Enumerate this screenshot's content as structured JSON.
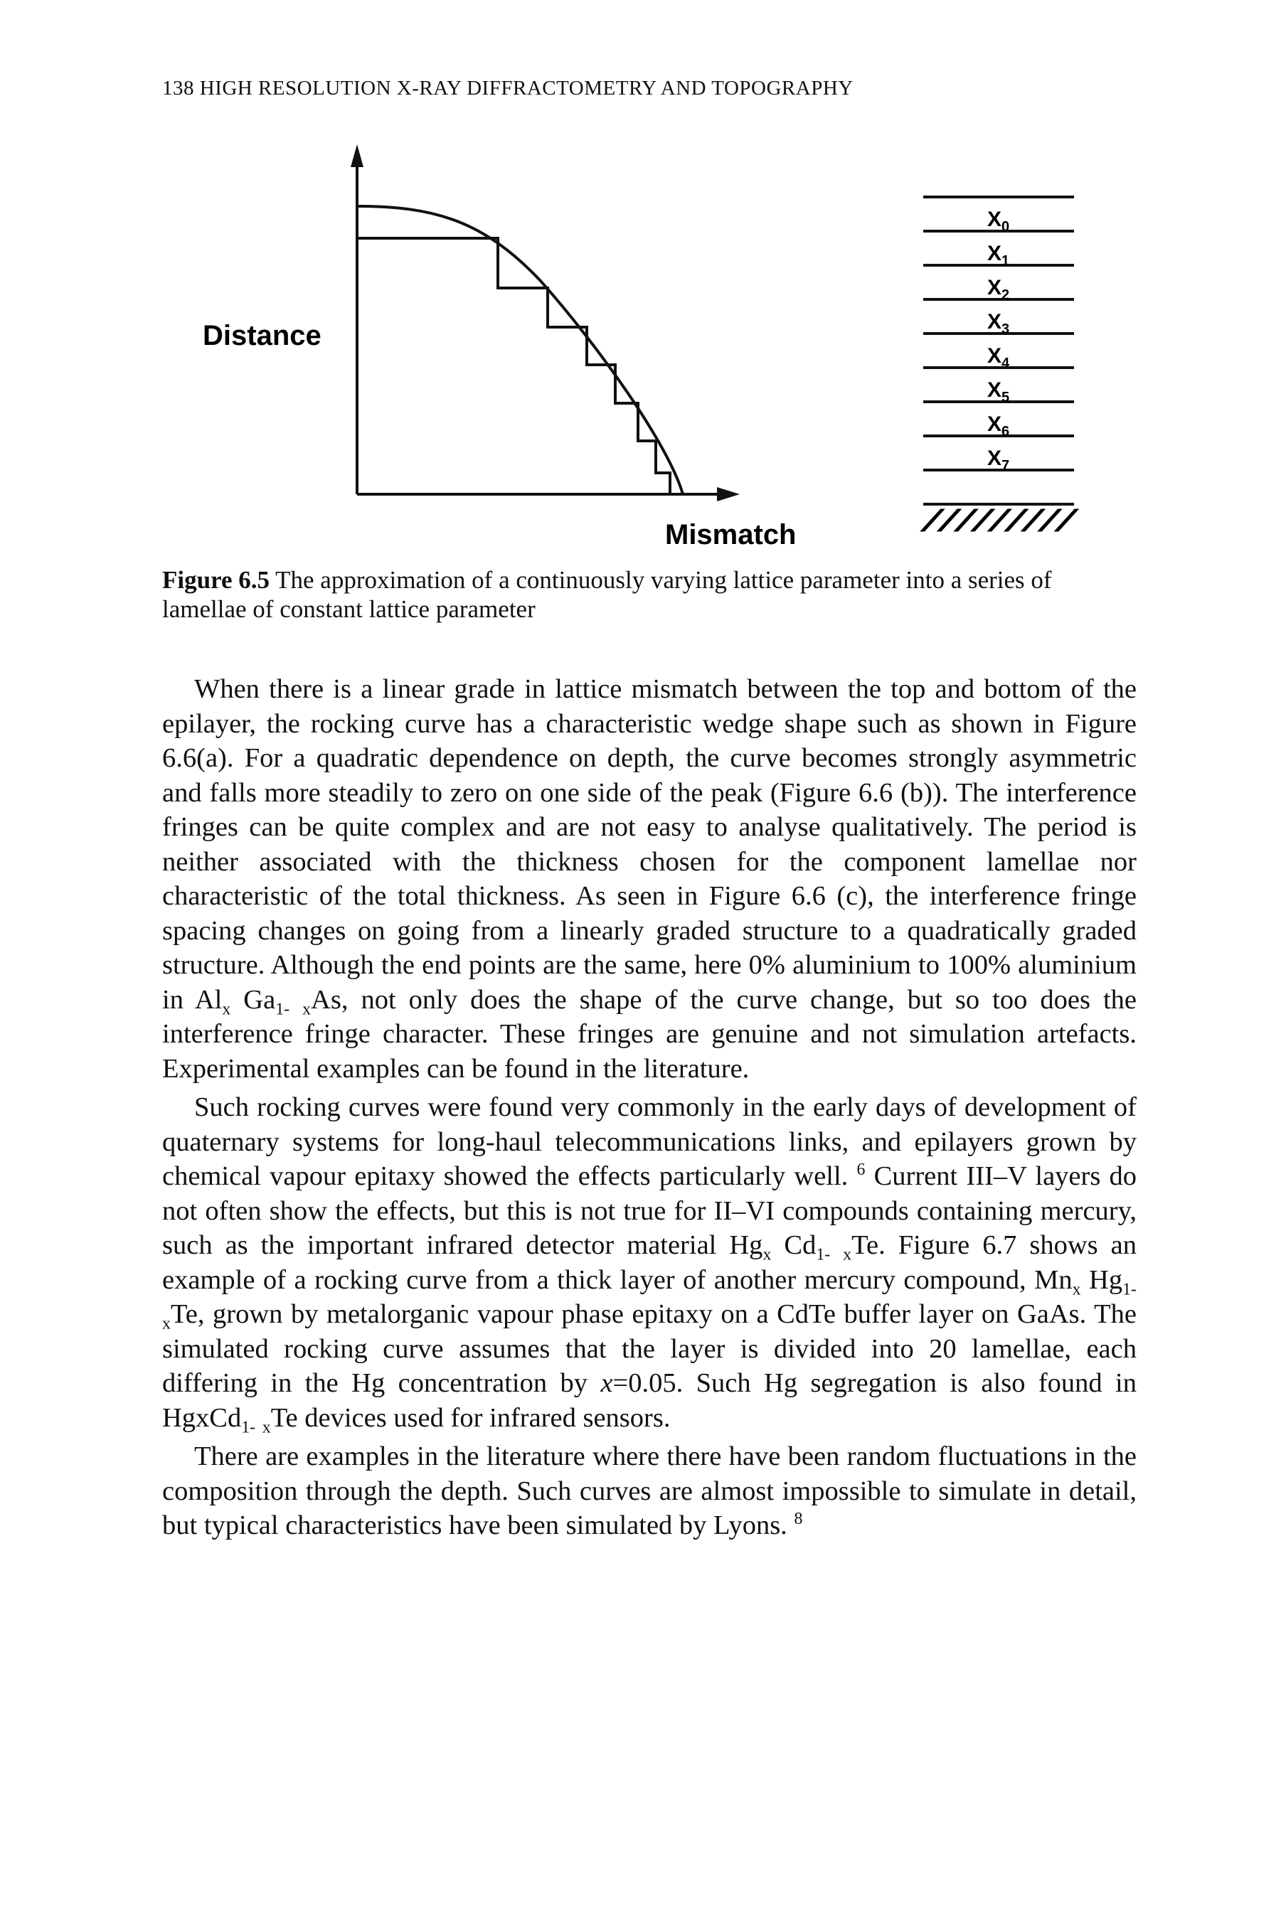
{
  "header": {
    "running_head": "138 HIGH RESOLUTION X-RAY DIFFRACTOMETRY AND TOPOGRAPHY"
  },
  "figure": {
    "y_label": "Distance",
    "x_label": "Mismatch",
    "layer_labels": [
      "X0",
      "X1",
      "X2",
      "X3",
      "X4",
      "X5",
      "X6",
      "X7"
    ],
    "substrate_hatch": "/////////"
  },
  "caption": {
    "label": "Figure 6.5",
    "text": "The approximation of a continuously varying lattice parameter into a series of lamellae of constant lattice parameter"
  },
  "paragraphs": {
    "p1": {
      "part1": "When there is a linear grade in lattice mismatch between the top and bottom of the epilayer, the rocking curve has a characteristic wedge shape such as shown in Figure 6.6(a). For a quadratic dependence on depth, the curve becomes strongly asymmetric and falls more steadily to zero on one side of the peak (Figure 6.6 (b)). The interference fringes can be quite complex and are not easy to analyse qualitatively. The period is neither associated with the thickness chosen for the component lamellae nor characteristic of the total thickness. As seen in Figure 6.6 (c), the interference fringe spacing changes on going from a linearly graded structure to a quadratically graded structure. Although the end points are the same, here 0% aluminium to 100% aluminium in Al",
      "sub1": "x",
      "part2": " Ga",
      "sub2": "1-",
      "sub3": "x",
      "part3": "As, not only does the shape of the curve change, but so too does the interference fringe character. These fringes are genuine and not simulation artefacts. Experimental examples can be found in the literature."
    },
    "p2": {
      "part1": "Such rocking curves were found very commonly in the early days of development of quaternary systems for long-haul telecommunications links, and epilayers grown by chemical vapour epitaxy showed the effects particularly well.",
      "ref1": "6",
      "part2": " Current III–V layers do not often show the effects, but this is not true for II–VI compounds containing mercury, such as the important infrared detector material Hg",
      "sub1": "x",
      "part3": " Cd",
      "sub2": "1-",
      "sub3": "x",
      "part4": "Te. Figure 6.7 shows an example of a rocking curve from a thick layer of another mercury compound, Mn",
      "sub4": "x",
      "part5": " Hg",
      "sub5": "1-",
      "sub6": "x",
      "part6": "Te, grown by metalorganic vapour phase epitaxy on a CdTe buffer layer on GaAs. The simulated rocking curve assumes that the layer is divided into 20 lamellae, each differing in the Hg concentration by ",
      "x_var": "x",
      "part7": "=0.05. Such Hg segregation is also found in HgxCd",
      "sub7": "1-",
      "sub8": "x",
      "part8": "Te devices used for infrared sensors."
    },
    "p3": {
      "part1": "There are examples in the literature where there have been random fluctuations in the composition through the depth. Such curves are almost impossible to simulate in detail, but typical characteristics have been simulated by Lyons.",
      "ref1": "8"
    }
  }
}
